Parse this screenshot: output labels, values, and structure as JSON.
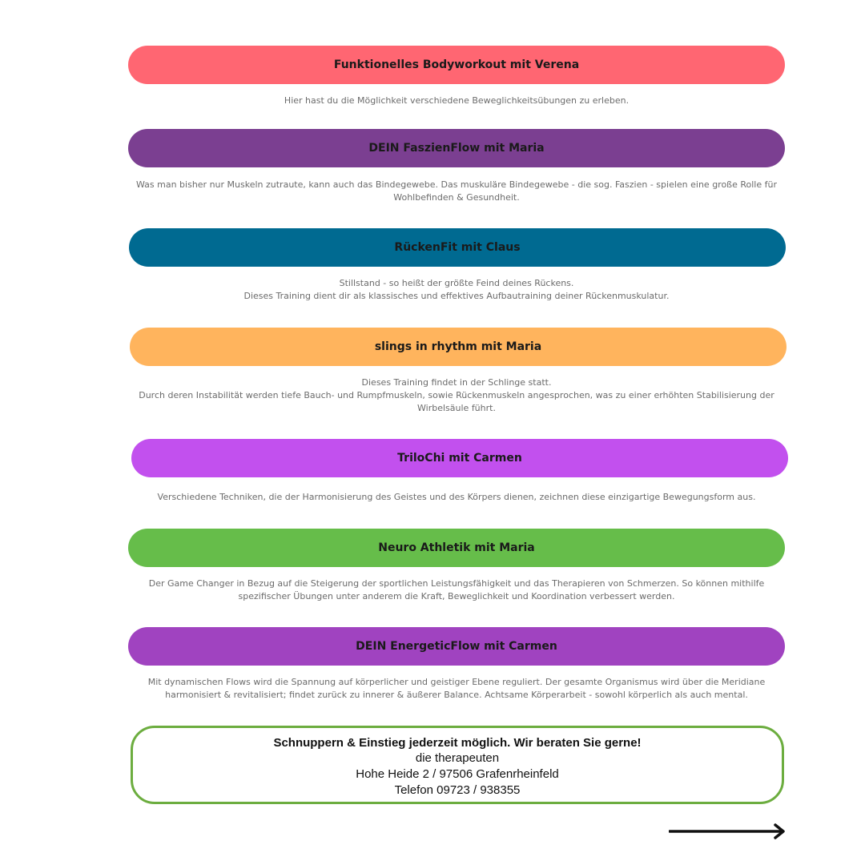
{
  "courses": [
    {
      "title": "Funktionelles Bodyworkout mit Verena",
      "color": "#ff6672",
      "description": "Hier hast du die Möglichkeit verschiedene Beweglichkeitsübungen zu erleben."
    },
    {
      "title": "DEIN FaszienFlow mit Maria",
      "color": "#7b3f91",
      "description": "Was man bisher nur Muskeln zutraute, kann auch das Bindegewebe. Das muskuläre Bindegewebe - die sog. Faszien - spielen eine große Rolle für\nWohlbefinden & Gesundheit."
    },
    {
      "title": "RückenFit mit Claus",
      "color": "#006a91",
      "description": "Stillstand - so heißt der größte Feind deines Rückens.\nDieses Training dient dir als klassisches und effektives Aufbautraining deiner Rückenmuskulatur."
    },
    {
      "title": "slings in rhythm mit Maria",
      "color": "#ffb45d",
      "description": "Dieses Training findet in der Schlinge statt.\nDurch deren Instabilität werden tiefe Bauch- und Rumpfmuskeln, sowie Rückenmuskeln angesprochen, was zu einer erhöhten Stabilisierung der\nWirbelsäule führt."
    },
    {
      "title": "TriloChi mit Carmen",
      "color": "#c250ee",
      "description": "Verschiedene Techniken, die der Harmonisierung des Geistes und des Körpers dienen, zeichnen diese einzigartige Bewegungsform aus."
    },
    {
      "title": "Neuro Athletik mit Maria",
      "color": "#66bd4a",
      "description": "Der Game Changer in Bezug auf die Steigerung der sportlichen Leistungsfähigkeit und das Therapieren von Schmerzen. So können mithilfe\nspezifischer Übungen unter anderem die Kraft, Beweglichkeit und Koordination verbessert werden."
    },
    {
      "title": "DEIN EnergeticFlow mit Carmen",
      "color": "#a043c0",
      "description": "Mit dynamischen Flows wird die Spannung auf körperlicher und geistiger Ebene reguliert. Der gesamte Organismus wird über die Meridiane\nharmonisiert & revitalisiert; findet zurück zu innerer & äußerer Balance. Achtsame Körperarbeit - sowohl körperlich als auch mental."
    }
  ],
  "contact": {
    "headline": "Schnuppern & Einstieg jederzeit möglich. Wir beraten Sie gerne!",
    "name": "die therapeuten",
    "address": "Hohe Heide 2 / 97506 Grafenrheinfeld",
    "phone": "Telefon 09723 / 938355",
    "border_color": "#6cad3f"
  },
  "next_arrow": {
    "icon": "arrow-right-icon"
  }
}
